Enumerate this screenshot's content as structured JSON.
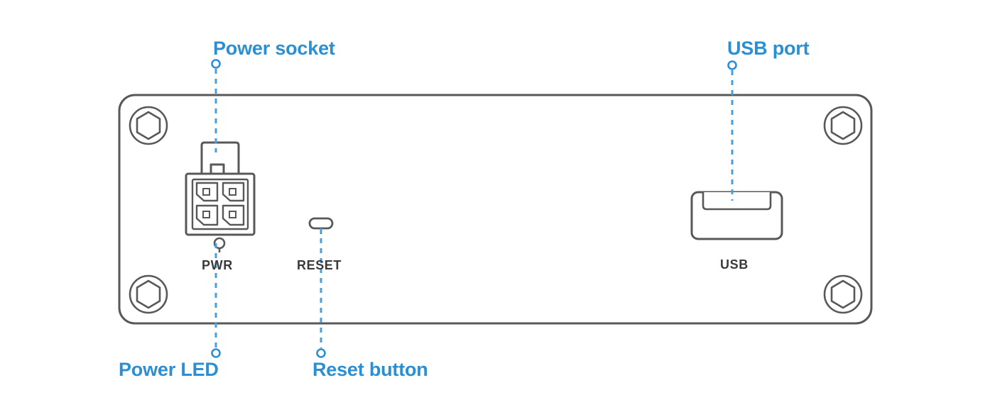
{
  "diagram": {
    "title": "Device rear panel",
    "type": "technical-line-drawing",
    "colors": {
      "callout": "#2b8fd4",
      "callout_line": "#4a9fd8",
      "outline": "#58585b",
      "port_label": "#3a3a3c",
      "background": "#ffffff"
    }
  },
  "callouts": [
    {
      "id": "power-socket",
      "label": "Power socket",
      "position": "top-left",
      "target": "4-pin power connector"
    },
    {
      "id": "usb-port",
      "label": "USB port",
      "position": "top-right",
      "target": "USB type-A receptacle"
    },
    {
      "id": "power-led",
      "label": "Power LED",
      "position": "bottom-left",
      "target": "PWR indicator"
    },
    {
      "id": "reset-button",
      "label": "Reset button",
      "position": "bottom-center",
      "target": "RESET pinhole"
    }
  ],
  "port_labels": [
    {
      "id": "pwr",
      "label": "PWR"
    },
    {
      "id": "reset",
      "label": "RESET"
    },
    {
      "id": "usb",
      "label": "USB"
    }
  ],
  "hardware": {
    "power_connector": {
      "pins": 4,
      "style": "molex-latching"
    },
    "screws": {
      "count": 4,
      "style": "hex-socket"
    },
    "usb": {
      "count": 1,
      "style": "type-a"
    },
    "leds": {
      "count": 1
    },
    "buttons": {
      "count": 1
    }
  }
}
